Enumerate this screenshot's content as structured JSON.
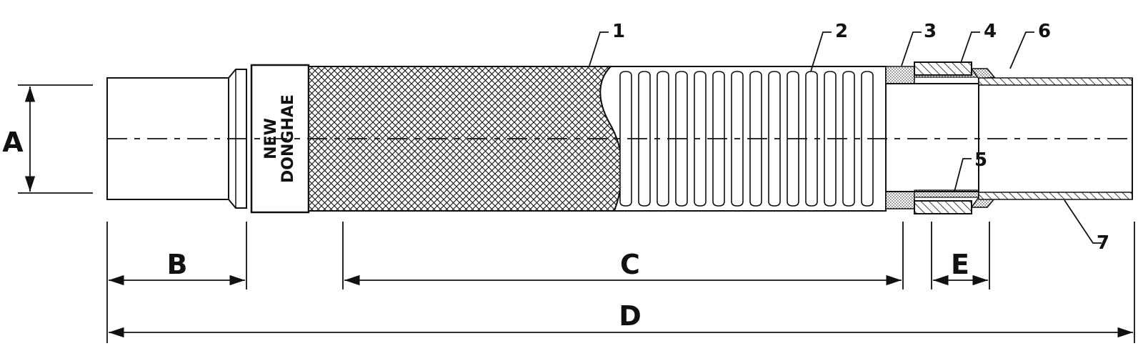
{
  "brand": {
    "line1": "NEW",
    "line2": "DONGHAE"
  },
  "dimensions": {
    "A": "A",
    "B": "B",
    "C": "C",
    "D": "D",
    "E": "E"
  },
  "callouts": [
    "1",
    "2",
    "3",
    "4",
    "5",
    "6",
    "7"
  ],
  "colors": {
    "ink": "#111111",
    "background": "#ffffff"
  }
}
